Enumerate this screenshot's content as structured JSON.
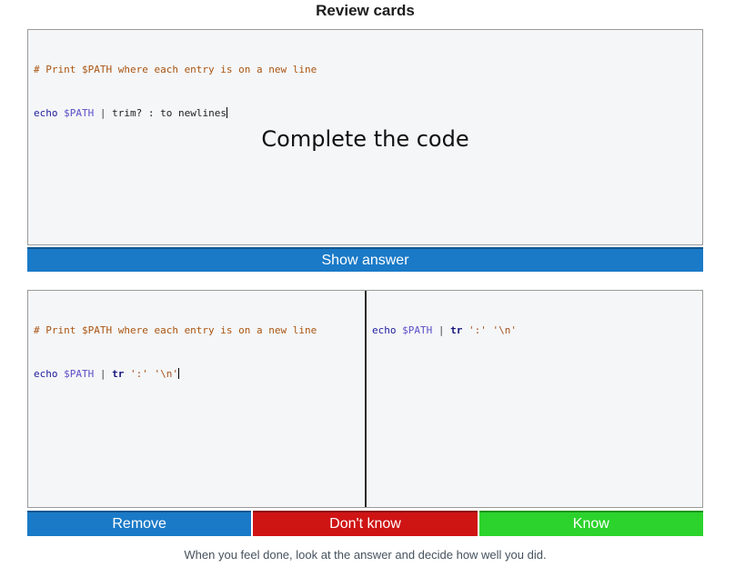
{
  "title": "Review cards",
  "footer": "When you feel done, look at the answer and decide how well you did.",
  "question_card": {
    "prompt": "Complete the code",
    "show_answer_label": "Show answer",
    "code": {
      "comment": "# Print $PATH where each entry is on a new line",
      "cmd": "echo ",
      "var": "$PATH",
      "pipe": " | ",
      "attempt_text": "trim? : to newlines"
    }
  },
  "grading_card": {
    "attempt": {
      "comment": "# Print $PATH where each entry is on a new line",
      "cmd": "echo ",
      "var": "$PATH",
      "pipe": " | ",
      "cmd2": "tr ",
      "str1": "':' ",
      "str2": "'\\n'"
    },
    "answer": {
      "cmd": "echo ",
      "var": "$PATH",
      "pipe": " | ",
      "cmd2": "tr ",
      "str1": "':' ",
      "str2": "'\\n'"
    },
    "buttons": {
      "remove": "Remove",
      "dont_know": "Don't know",
      "know": "Know"
    }
  },
  "colors": {
    "primary_blue": "#1a7ac7",
    "dont_know_red": "#cf1414",
    "know_green": "#2cd32c",
    "card_background": "#f5f6f8",
    "card_border": "#9a9a9a",
    "code_comment": "#aa5511",
    "code_command": "#20209d",
    "code_variable": "#5a50c8",
    "code_string": "#a4521e",
    "footer_text": "#46525e"
  }
}
